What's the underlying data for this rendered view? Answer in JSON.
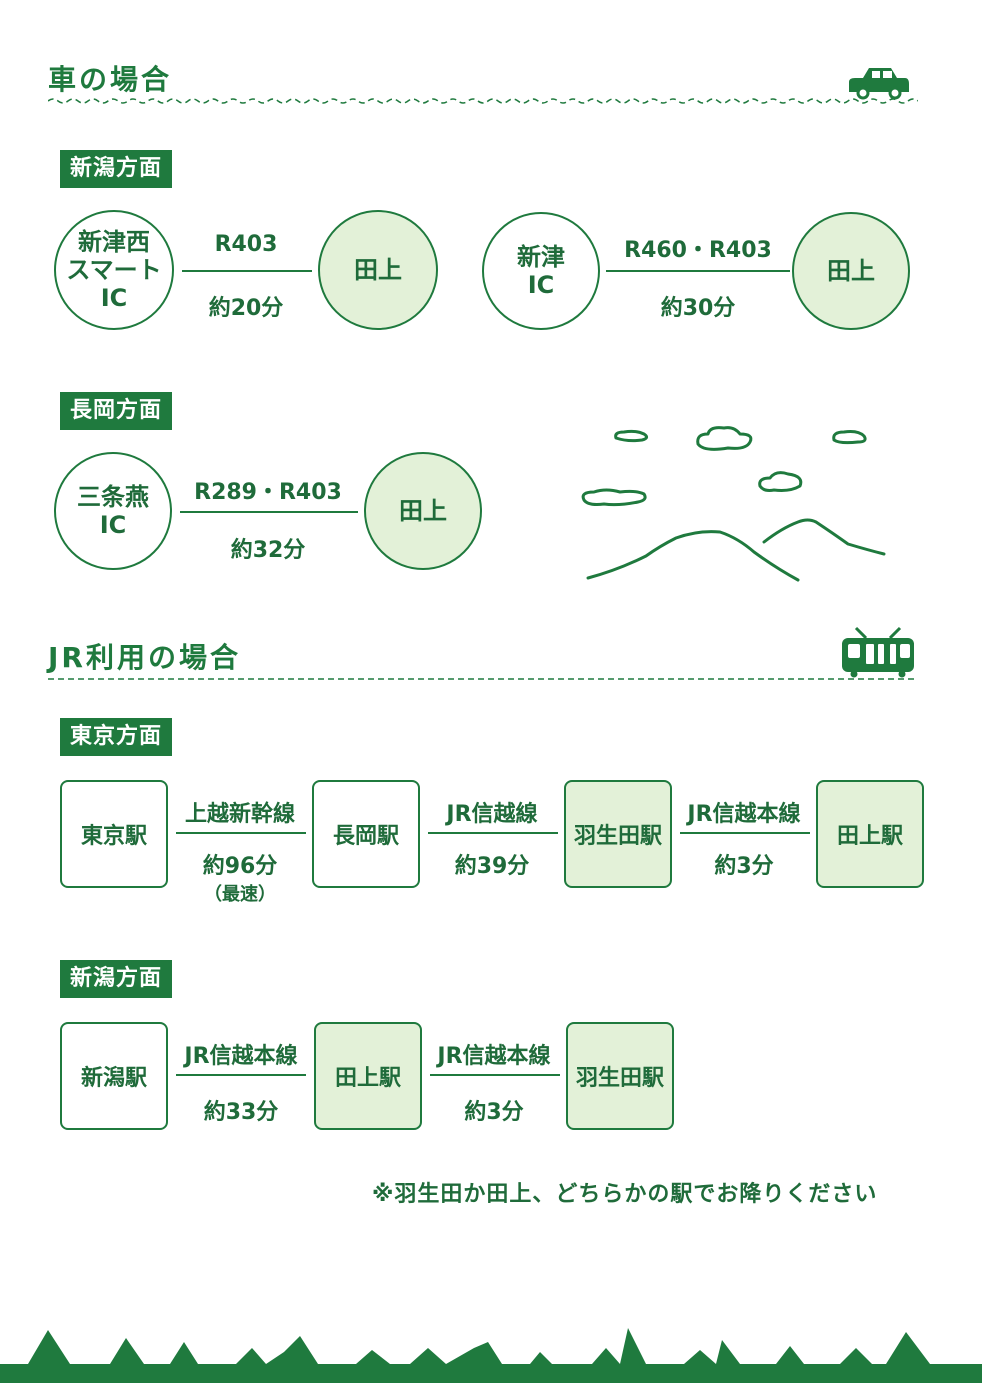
{
  "car_section": {
    "title": "車の場合",
    "niigata": {
      "tag": "新潟方面",
      "route1": {
        "from": "新津西\nスマート\nIC",
        "road": "R403",
        "time": "約20分",
        "to": "田上"
      },
      "route2": {
        "from": "新津\nIC",
        "road": "R460・R403",
        "time": "約30分",
        "to": "田上"
      }
    },
    "nagaoka": {
      "tag": "長岡方面",
      "route1": {
        "from": "三条燕\nIC",
        "road": "R289・R403",
        "time": "約32分",
        "to": "田上"
      }
    }
  },
  "jr_section": {
    "title": "JR利用の場合",
    "tokyo": {
      "tag": "東京方面",
      "stations": [
        "東京駅",
        "長岡駅",
        "羽生田駅",
        "田上駅"
      ],
      "legs": [
        {
          "line": "上越新幹線",
          "time": "約96分",
          "note": "（最速）"
        },
        {
          "line": "JR信越線",
          "time": "約39分"
        },
        {
          "line": "JR信越本線",
          "time": "約3分"
        }
      ]
    },
    "niigata": {
      "tag": "新潟方面",
      "stations": [
        "新潟駅",
        "田上駅",
        "羽生田駅"
      ],
      "legs": [
        {
          "line": "JR信越本線",
          "time": "約33分"
        },
        {
          "line": "JR信越本線",
          "time": "約3分"
        }
      ]
    }
  },
  "note": "※羽生田か田上、どちらかの駅でお降りください",
  "colors": {
    "primary": "#1f7a3e",
    "light_fill": "#e3f1d8"
  },
  "icons": [
    "car-icon",
    "train-icon",
    "mountains-illustration",
    "mountain-silhouette"
  ]
}
